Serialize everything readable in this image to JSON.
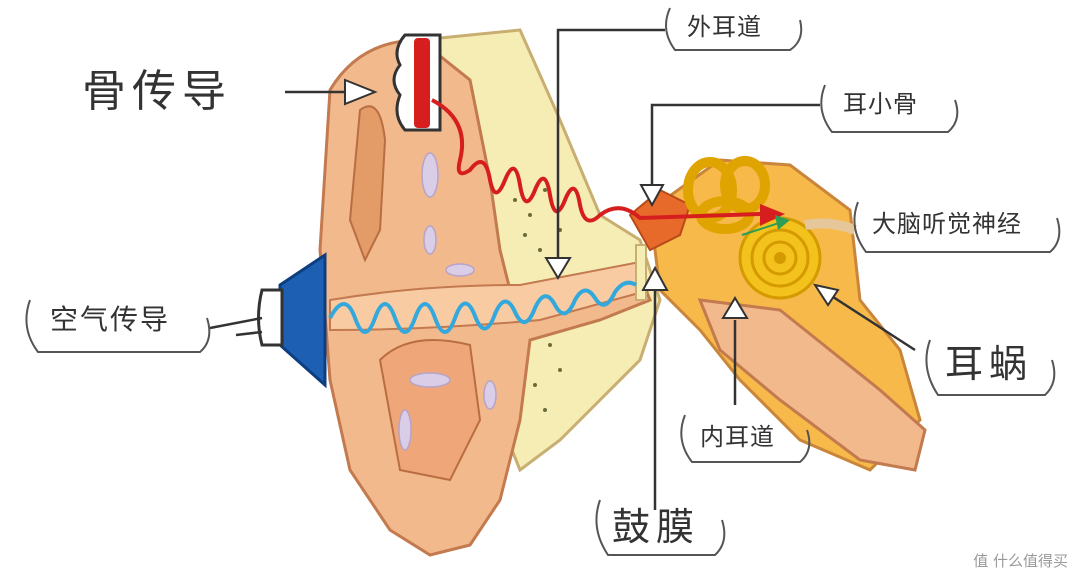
{
  "labels": {
    "bone_conduction": "骨传导",
    "air_conduction": "空气传导",
    "outer_ear_canal": "外耳道",
    "ossicles": "耳小骨",
    "auditory_nerve": "大脑听觉神经",
    "cochlea": "耳蜗",
    "inner_ear_canal": "内耳道",
    "eardrum": "鼓膜"
  },
  "watermark": "值 什么值得买",
  "colors": {
    "skin": "#F2B98D",
    "skin_dark": "#E39B68",
    "bone": "#F6EDB5",
    "cochlea": "#F4C21C",
    "bone_wave": "#D61E1E",
    "air_wave": "#33A8DD",
    "speaker": "#1C5FB3"
  }
}
